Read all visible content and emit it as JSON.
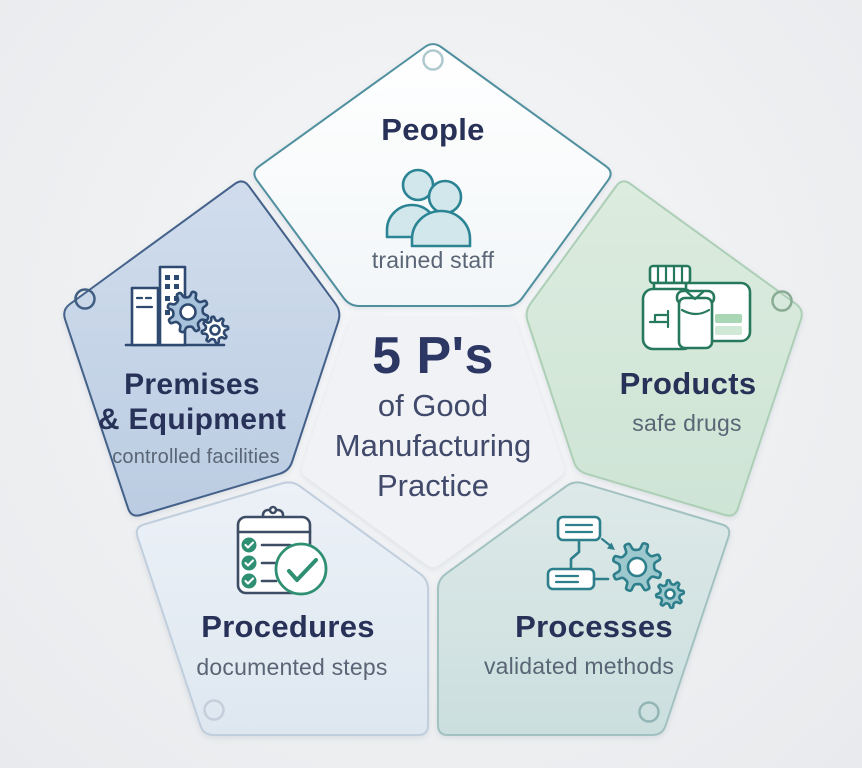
{
  "title": {
    "heading": "5 P's",
    "lines": [
      "of Good",
      "Manufacturing",
      "Practice"
    ]
  },
  "canvas": {
    "background": "#eef0f2",
    "center_fill": "#f1f2f5"
  },
  "segments": [
    {
      "id": "people",
      "label": "People",
      "description": "trained staff",
      "icon": "two-people-icon",
      "colors": {
        "fill_start": "#ffffff",
        "fill_end": "#f2f6f8",
        "border": "#4f8f9e",
        "ring": "#afc9cf",
        "icon": "#2b8494",
        "icon_fill": "#d2e7ec"
      }
    },
    {
      "id": "premises",
      "label": "Premises\n& Equipment",
      "description": "controlled facilities",
      "icon": "building-gears-icon",
      "colors": {
        "fill_start": "#d1dded",
        "fill_end": "#bbcce2",
        "border": "#44618a",
        "ring": "#3f5e82",
        "icon": "#2e4a70",
        "icon_fill": "#a9c2db"
      }
    },
    {
      "id": "products",
      "label": "Products",
      "description": "safe drugs",
      "icon": "medicine-bottles-icon",
      "colors": {
        "fill_start": "#dcecdf",
        "fill_end": "#cee4d5",
        "border": "#accfb6",
        "ring": "#8aab93",
        "icon": "#27795d",
        "icon_fill": "#a9d6b4"
      }
    },
    {
      "id": "procedures",
      "label": "Procedures",
      "description": "documented steps",
      "icon": "checklist-icon",
      "colors": {
        "fill_start": "#ecf1f7",
        "fill_end": "#dee7f0",
        "border": "#c0cedd",
        "ring": "#c4cfdb",
        "icon": "#3e4d66",
        "icon_fill": "#ffffff",
        "icon_accent": "#2f8f72"
      }
    },
    {
      "id": "processes",
      "label": "Processes",
      "description": "validated methods",
      "icon": "flowchart-gears-icon",
      "colors": {
        "fill_start": "#dde9e8",
        "fill_end": "#cbdfde",
        "border": "#a2c2c1",
        "ring": "#93b5b6",
        "icon": "#2e7f8c",
        "icon_fill": "#9dc8cd"
      }
    }
  ]
}
